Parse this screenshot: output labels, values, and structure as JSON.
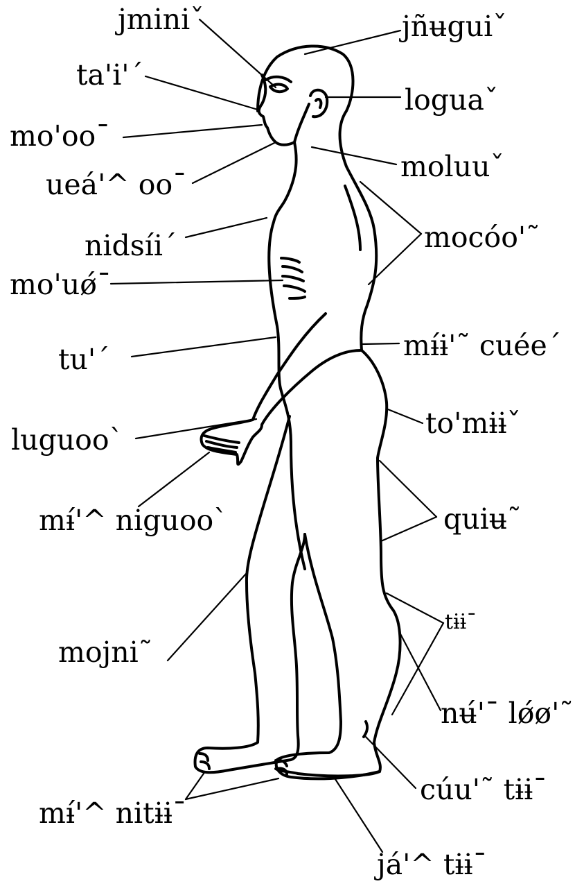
{
  "labels": {
    "jmini": "jminiˇ",
    "jnugui": "jñʉguiˇ",
    "tai": "ta'i'´",
    "logua": "loguaˇ",
    "mooo": "mo'oo¯",
    "moluu": "moluuˇ",
    "ueaoo": "ueá'^ oo¯",
    "mocoo": "mocóo'˜",
    "nidsii": "nidsíi´",
    "mouo": "mo'uǿ¯",
    "mii_cuee": "mɨ́ɨ'˜ cuée´",
    "tu": "tu'´",
    "tomii": "to'mɨɨˇ",
    "luguoo": "luguoo`",
    "mi_niguoo": "mɨ́'^ niguoo`",
    "quiu": "quiʉ˜",
    "tii_upper": "tɨɨ¯",
    "mojni": "mojni˜",
    "nu_loo": "nʉ́'¯ lǿø'˜",
    "cuu_tii": "cúu'˜ tɨɨ¯",
    "mi_nitii": "mɨ́'^ nitɨɨ¯",
    "ja_tii": "já'^ tɨɨ¯"
  },
  "colors": {
    "ink": "#000000",
    "background": "#ffffff"
  }
}
